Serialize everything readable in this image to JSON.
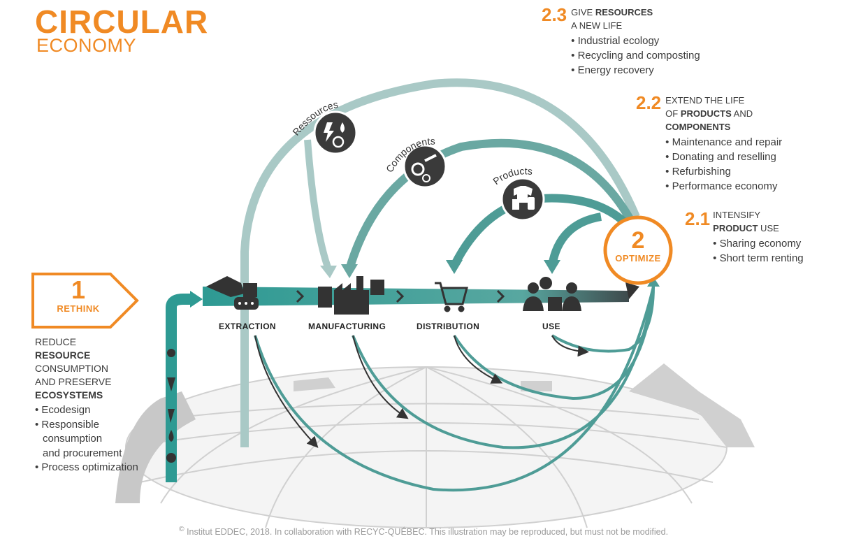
{
  "title": {
    "line1": "CIRCULAR",
    "line2": "ECONOMY"
  },
  "rethink": {
    "number": "1",
    "label": "RETHINK",
    "heading_pre": "REDUCE",
    "heading_b1": "RESOURCE",
    "heading_mid": "CONSUMPTION",
    "heading_mid2": "AND PRESERVE",
    "heading_b2": "ECOSYSTEMS",
    "items": [
      "Ecodesign",
      "Responsible",
      "consumption",
      "and procurement",
      "Process optimization"
    ]
  },
  "optimize": {
    "number": "2",
    "label": "OPTIMIZE"
  },
  "section_2_3": {
    "number": "2.3",
    "heading_pre": "GIVE ",
    "heading_bold": "RESOURCES",
    "heading_line2": "A NEW LIFE",
    "items": [
      "Industrial ecology",
      "Recycling and composting",
      "Energy recovery"
    ]
  },
  "section_2_2": {
    "number": "2.2",
    "heading_line1": "EXTEND THE LIFE",
    "heading_pre2": "OF ",
    "heading_bold2": "PRODUCTS",
    "heading_post2": " AND",
    "heading_bold3": "COMPONENTS",
    "items": [
      "Maintenance and repair",
      "Donating and reselling",
      "Refurbishing",
      "Performance economy"
    ]
  },
  "section_2_1": {
    "number": "2.1",
    "heading_line1": "INTENSIFY",
    "heading_bold2": "PRODUCT",
    "heading_post2": " USE",
    "items": [
      "Sharing economy",
      "Short term renting"
    ]
  },
  "loops": {
    "resources": "Ressources",
    "components": "Components",
    "products": "Products"
  },
  "stages": [
    "EXTRACTION",
    "MANUFACTURING",
    "DISTRIBUTION",
    "USE"
  ],
  "footer": {
    "symbol": "©",
    "text": " Institut EDDEC, 2018. In collaboration with RECYC-QUÉBEC. This illustration may be reproduced, but must not be modified."
  },
  "colors": {
    "orange": "#f08a24",
    "teal": "#4e9c96",
    "teal_light": "#a9c9c6",
    "dark": "#333333",
    "grey": "#c8c8c8"
  }
}
